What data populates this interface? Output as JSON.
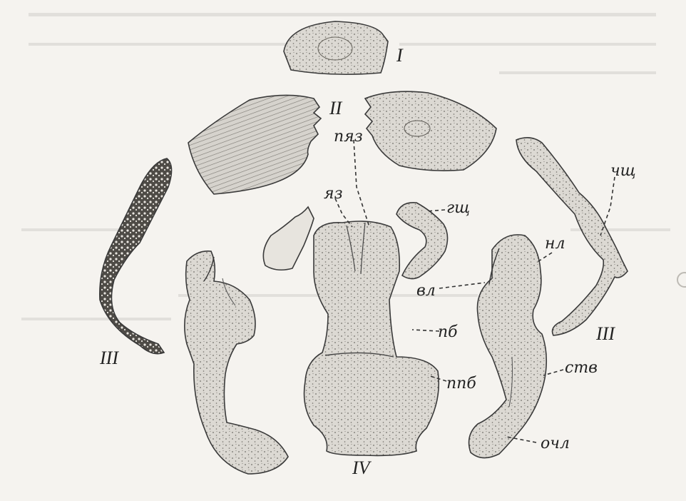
{
  "figure": {
    "colors": {
      "paper": "#f5f3ef",
      "ink": "#222222",
      "stipple": "#7a7772",
      "part_fill": "#d9d6d0",
      "dark_part": "#5a5752"
    },
    "parts": {
      "upper_lip": {
        "label": "I",
        "name": "upper-lip"
      },
      "mandibles": {
        "label": "II",
        "name": "mandibles"
      },
      "maxilla_left": {
        "label": "III",
        "name": "maxilla-left"
      },
      "maxilla_right": {
        "label": "III",
        "name": "maxilla-right"
      },
      "lower_lip": {
        "label": "IV",
        "name": "lower-lip"
      }
    },
    "annotations": {
      "pyaz": "пяз",
      "yaz": "яз",
      "gshch": "гщ",
      "chshch": "чщ",
      "nl": "нл",
      "vl": "вл",
      "pb": "пб",
      "ppb": "ппб",
      "stv": "ств",
      "ochl": "очл"
    }
  }
}
